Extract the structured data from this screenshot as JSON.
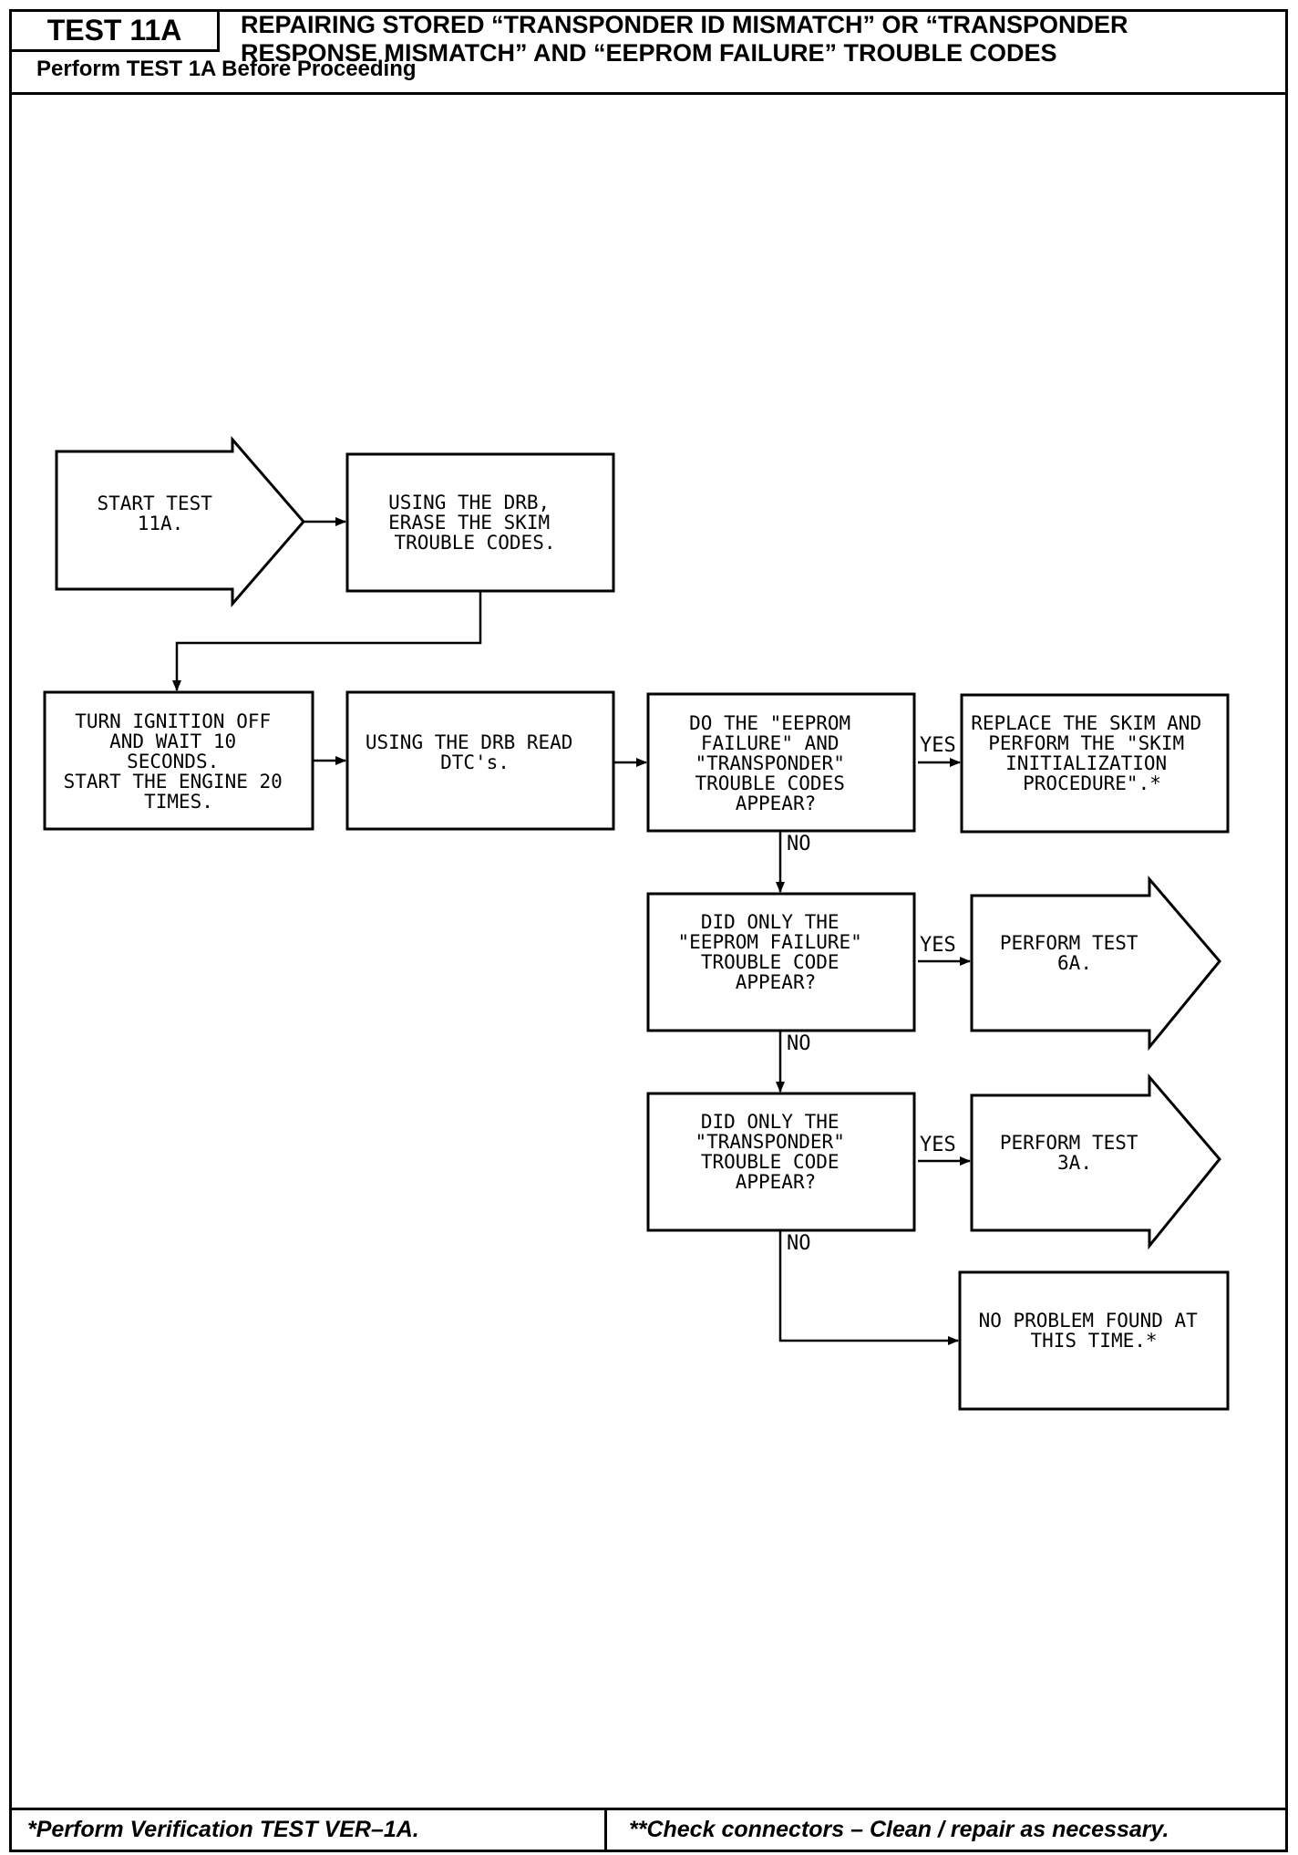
{
  "header": {
    "test_id": "TEST 11A",
    "title_line1": "REPAIRING STORED “TRANSPONDER ID MISMATCH” OR “TRANSPONDER",
    "title_line2": "RESPONSE MISMATCH” AND “EEPROM FAILURE” TROUBLE CODES",
    "subtitle": "Perform TEST 1A Before Proceeding"
  },
  "footer": {
    "left": "*Perform Verification TEST VER–1A.",
    "right": "**Check connectors – Clean / repair as necessary."
  },
  "flowchart": {
    "start": [
      "START TEST",
      "11A."
    ],
    "erase": [
      "USING THE DRB,",
      "ERASE THE SKIM",
      "TROUBLE CODES."
    ],
    "ignition": [
      "TURN IGNITION OFF",
      "AND WAIT 10",
      "SECONDS.",
      "START THE ENGINE 20",
      "TIMES."
    ],
    "read": [
      "USING THE DRB READ",
      "DTC's."
    ],
    "q_both": [
      "DO THE \"EEPROM",
      "FAILURE\" AND",
      "\"TRANSPONDER\"",
      "TROUBLE CODES",
      "APPEAR?"
    ],
    "replace": [
      "REPLACE THE SKIM AND",
      "PERFORM THE \"SKIM",
      "INITIALIZATION",
      "PROCEDURE\".*"
    ],
    "q_eeprom": [
      "DID ONLY THE",
      "\"EEPROM FAILURE\"",
      "TROUBLE CODE",
      "APPEAR?"
    ],
    "perform_6a": [
      "PERFORM TEST",
      "6A."
    ],
    "q_transponder": [
      "DID ONLY THE",
      "\"TRANSPONDER\"",
      "TROUBLE CODE",
      "APPEAR?"
    ],
    "perform_3a": [
      "PERFORM TEST",
      "3A."
    ],
    "no_problem": [
      "NO PROBLEM FOUND AT",
      "THIS TIME.*"
    ],
    "yes_label": "YES",
    "no_label": "NO"
  }
}
